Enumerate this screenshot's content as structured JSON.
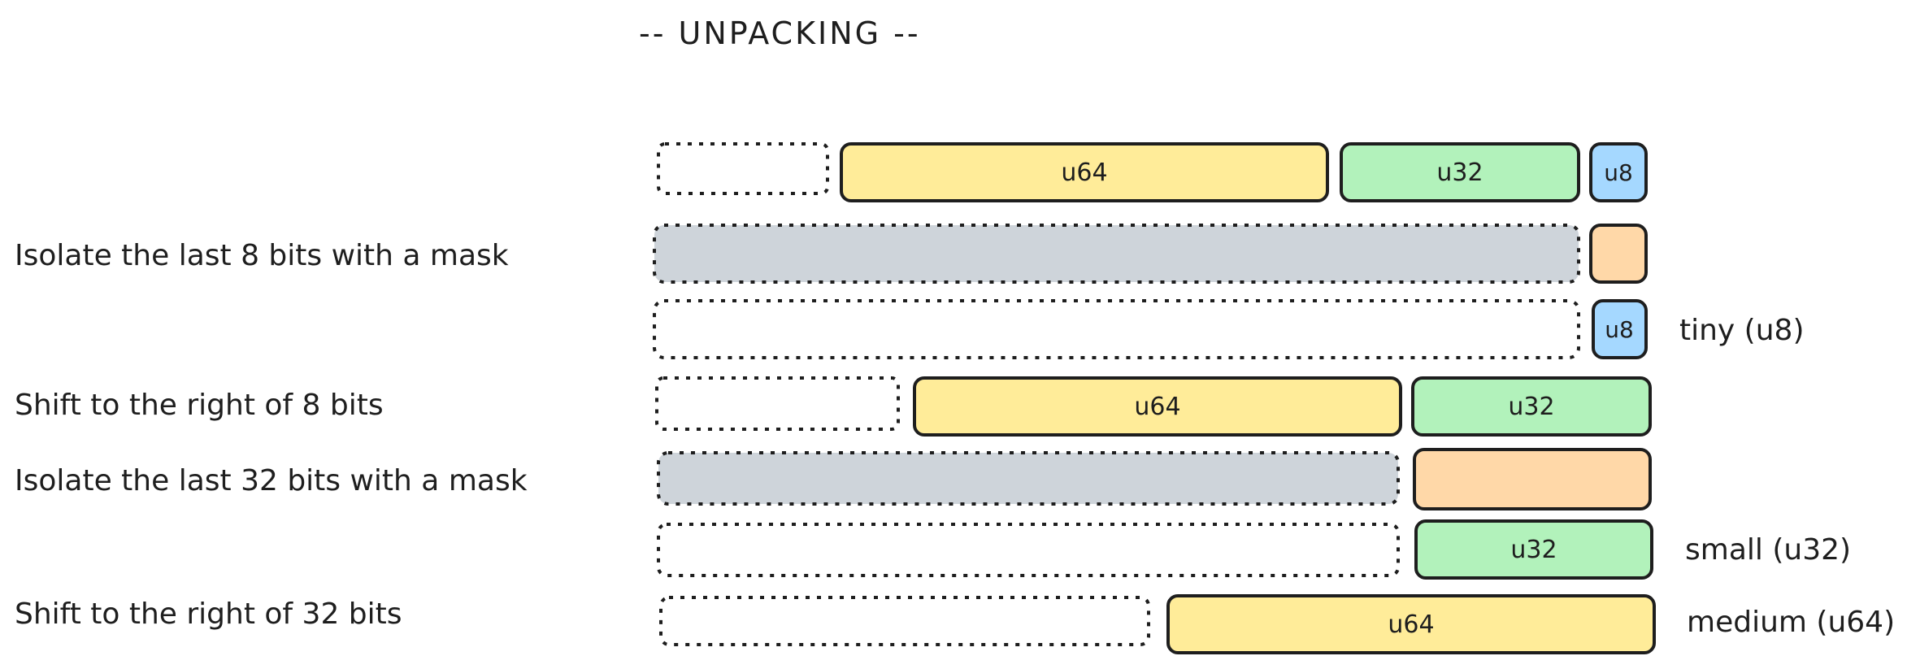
{
  "title": "-- UNPACKING --",
  "colors": {
    "u64": "#ffec99",
    "u32": "#b2f2bb",
    "u8": "#a5d8ff",
    "mask": "#ffd8a8",
    "masked_out": "#ced4da",
    "stroke": "#1e1e1e"
  },
  "steps": [
    {
      "label": "Isolate the last 8 bits with a mask"
    },
    {
      "label": "Shift to the right of 8 bits"
    },
    {
      "label": "Isolate the last 32 bits with a mask"
    },
    {
      "label": "Shift to the right of 32 bits"
    }
  ],
  "blocks": {
    "u64": "u64",
    "u32": "u32",
    "u8": "u8"
  },
  "results": {
    "tiny": "tiny (u8)",
    "small": "small (u32)",
    "medium": "medium (u64)"
  }
}
